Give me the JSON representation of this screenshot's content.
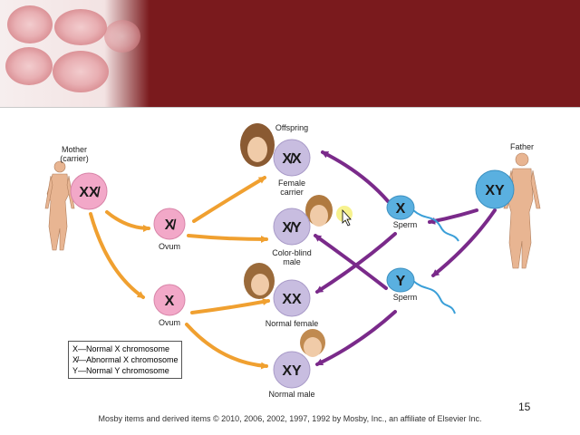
{
  "labels": {
    "mother": "Mother",
    "mother_status": "(carrier)",
    "father": "Father",
    "offspring": "Offspring",
    "ovum": "Ovum",
    "sperm": "Sperm"
  },
  "cells": {
    "mother": "XX̸",
    "father": "XY",
    "ovum_abnormal": "X̸",
    "ovum_normal": "X",
    "sperm_x": "X",
    "sperm_y": "Y",
    "female_carrier": "X̸X",
    "colorblind_male": "X̸Y",
    "normal_female": "XX",
    "normal_male": "XY"
  },
  "outcomes": {
    "female_carrier_line1": "Female",
    "female_carrier_line2": "carrier",
    "colorblind_male_line1": "Color-blind",
    "colorblind_male_line2": "male",
    "normal_female": "Normal female",
    "normal_male": "Normal male"
  },
  "legend": [
    "X—Normal X chromosome",
    "X̸—Abnormal X chromosome",
    "Y—Normal Y chromosome"
  ],
  "page_number": "15",
  "footer": "Mosby items and derived items © 2010, 2006, 2002, 1997, 1992 by Mosby, Inc., an affiliate of Elsevier Inc.",
  "colors": {
    "banner": "#7a1a1d",
    "mother_cell": "#f2a8c8",
    "father_cell": "#5ab0e0",
    "offspring_cell": "#c8bde0",
    "maternal_arrow": "#f0a030",
    "paternal_arrow": "#7a2a8a"
  }
}
